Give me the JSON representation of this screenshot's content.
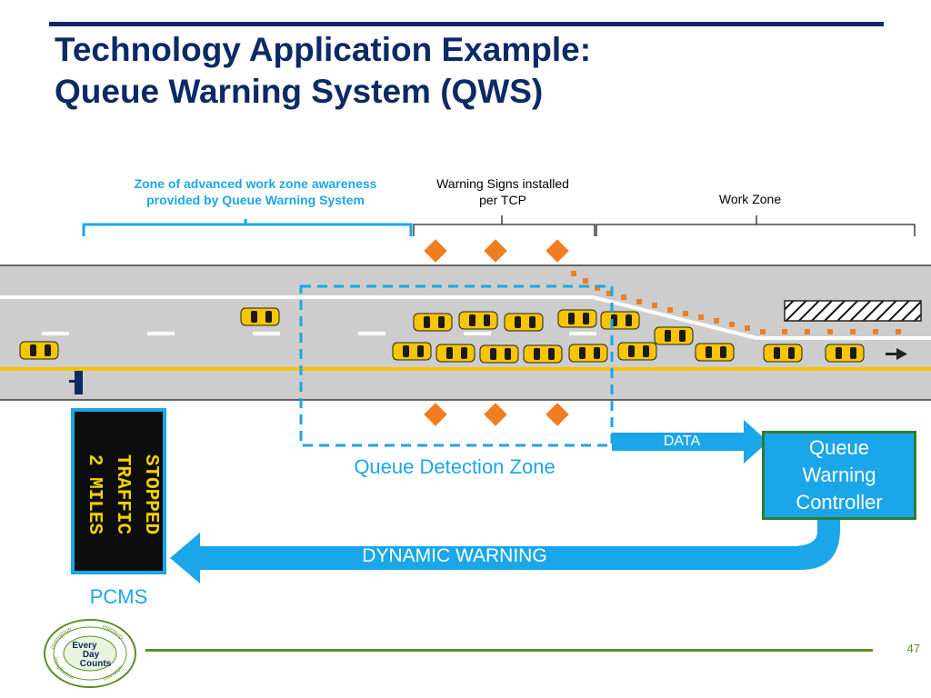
{
  "title": {
    "line1": "Technology Application Example:",
    "line2": "Queue Warning System (QWS)"
  },
  "labels": {
    "awareness_zone_line1": "Zone of advanced work zone awareness",
    "awareness_zone_line2": "provided by Queue Warning System",
    "warning_signs_line1": "Warning Signs installed",
    "warning_signs_line2": "per TCP",
    "work_zone": "Work Zone",
    "queue_detection_zone": "Queue Detection Zone",
    "data": "DATA",
    "dynamic_warning": "DYNAMIC WARNING"
  },
  "pcms": {
    "lines": [
      "STOPPED",
      "TRAFFIC",
      "2 MILES"
    ],
    "label": "PCMS"
  },
  "controller": {
    "lines": [
      "Queue",
      "Warning",
      "Controller"
    ]
  },
  "logo": {
    "center_lines": [
      "Every",
      "Day",
      "Counts"
    ],
    "ring_words": [
      "innovation",
      "ingenuity",
      "imagination",
      "invention"
    ]
  },
  "footer": {
    "page_number": "47"
  },
  "colors": {
    "title_navy": "#0b2a66",
    "accent_blue": "#1aa6e8",
    "sign_orange": "#f07d20",
    "road_gray": "#cdcdcd",
    "edge_yellow": "#f5c400",
    "car_yellow": "#f7c600",
    "controller_border_green": "#2e7d32",
    "footer_green": "#5c8f24"
  }
}
